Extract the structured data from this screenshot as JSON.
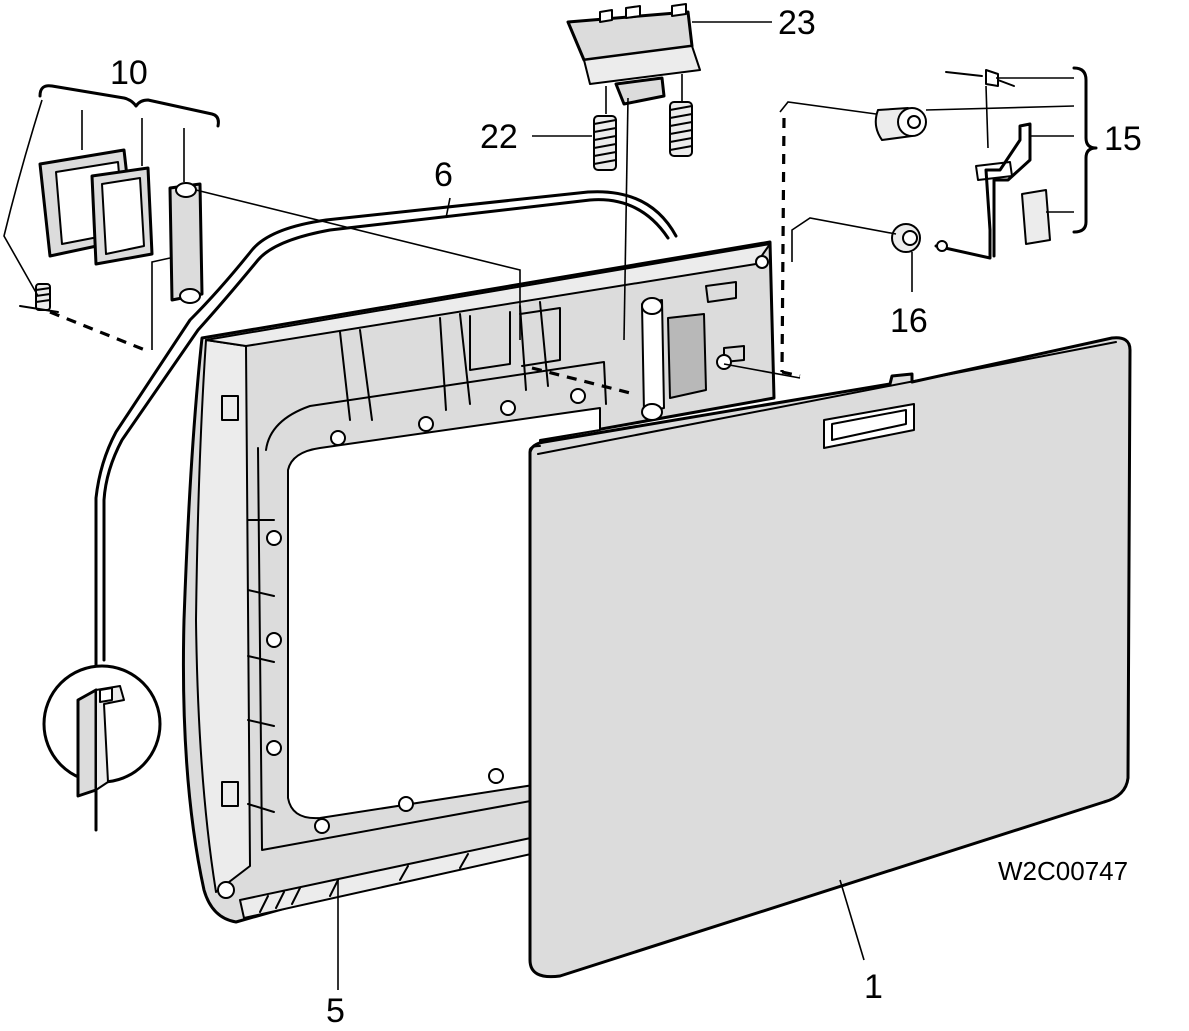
{
  "drawing_code": "W2C00747",
  "callouts": [
    {
      "id": "c1",
      "text": "1"
    },
    {
      "id": "c5",
      "text": "5"
    },
    {
      "id": "c6",
      "text": "6"
    },
    {
      "id": "c10",
      "text": "10"
    },
    {
      "id": "c15",
      "text": "15"
    },
    {
      "id": "c16",
      "text": "16"
    },
    {
      "id": "c22",
      "text": "22"
    },
    {
      "id": "c23",
      "text": "23"
    }
  ]
}
